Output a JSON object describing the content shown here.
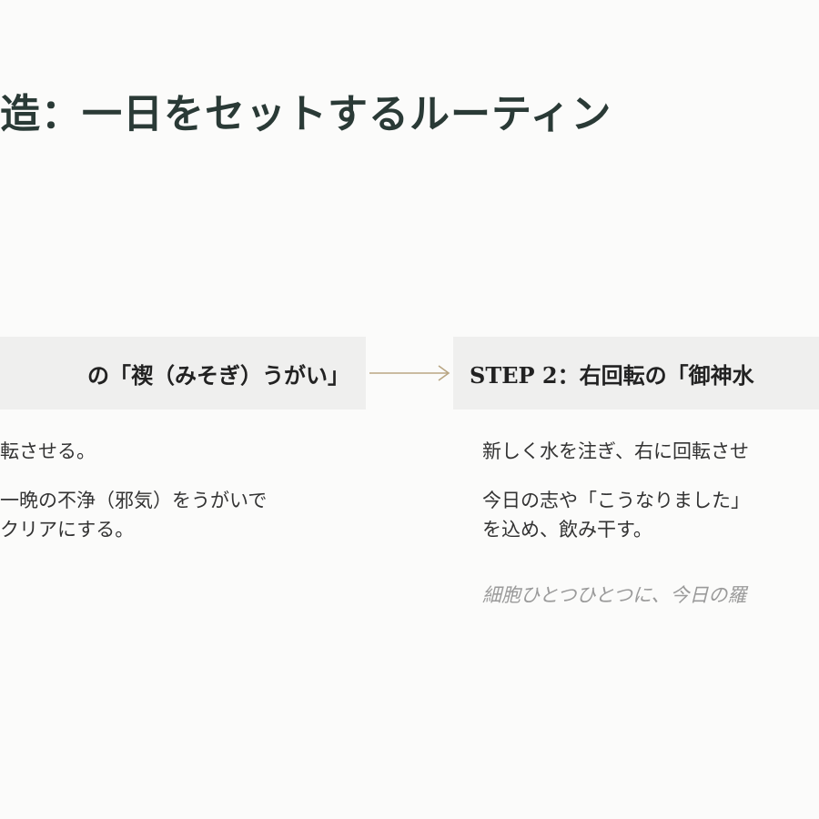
{
  "page": {
    "title": "造：一日をセットするルーティン"
  },
  "steps": [
    {
      "header": "の「禊（みそぎ）うがい」",
      "lines": [
        "転させる。",
        "一晩の不浄（邪気）をうがいで",
        "クリアにする。"
      ]
    },
    {
      "header": "STEP 2：右回転の「御神水",
      "lines": [
        "新しく水を注ぎ、右に回転させ",
        "今日の志や「こうなりました」",
        "を込め、飲み干す。"
      ],
      "note": "細胞ひとつひとつに、今日の羅"
    }
  ],
  "colors": {
    "arrow": "#b9a683",
    "header_bg": "#efefee",
    "title": "#2a3a36",
    "note": "#9a9a9a"
  }
}
